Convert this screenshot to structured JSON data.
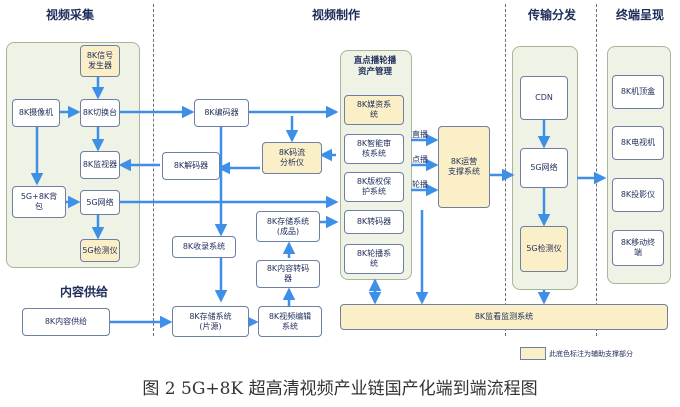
{
  "sections": {
    "capture": "视频采集",
    "production": "视频制作",
    "distribution": "传输分发",
    "terminal": "终端呈现",
    "supply": "内容供给"
  },
  "nodes": {
    "signal_gen": "8K信号\n发生器",
    "camera": "8K摄像机",
    "switcher": "8K切换台",
    "monitor": "8K监视器",
    "backpack": "5G+8K背\n包",
    "net_5g_cap": "5G网络",
    "tester_5g_cap": "5G检测仪",
    "encoder": "8K编码器",
    "decoder": "8K解码器",
    "analyzer": "8K码流\n分析仪",
    "storage_finished": "8K存储系统\n(成品)",
    "transcoder_content": "8K内容转码\n器",
    "ingest": "8K收录系统",
    "storage_source": "8K存储系统\n(片源)",
    "editing": "8K视频编辑\n系统",
    "content_supply": "8K内容供给",
    "media_asset": "8K媒资系\n统",
    "smart_review": "8K智能审\n核系统",
    "copyright": "8K版权保\n护系统",
    "transcoder": "8K转码器",
    "playout": "8K轮播系\n统",
    "ops_support": "8K运营\n支撑系统",
    "monitoring": "8K监看监测系统",
    "cdn": "CDN",
    "net_5g_dist": "5G网络",
    "tester_5g_dist": "5G检测仪",
    "stb": "8K机顶盒",
    "tv": "8K电视机",
    "projector": "8K投影仪",
    "mobile": "8K移动终\n端"
  },
  "group_titles": {
    "asset_mgmt": "直点播轮播\n资产管理"
  },
  "flow_labels": {
    "live": "直播",
    "vod": "点播",
    "playout": "轮播"
  },
  "legend": "此底色标注为辅助支撑部分",
  "caption": "图 2   5G+8K 超高清视频产业链国产化端到端流程图",
  "colors": {
    "arrow": "#3d8fe8",
    "support_fill": "#fbefc8",
    "group_fill": "#eef3e6",
    "box_border": "#6d7fa3"
  }
}
